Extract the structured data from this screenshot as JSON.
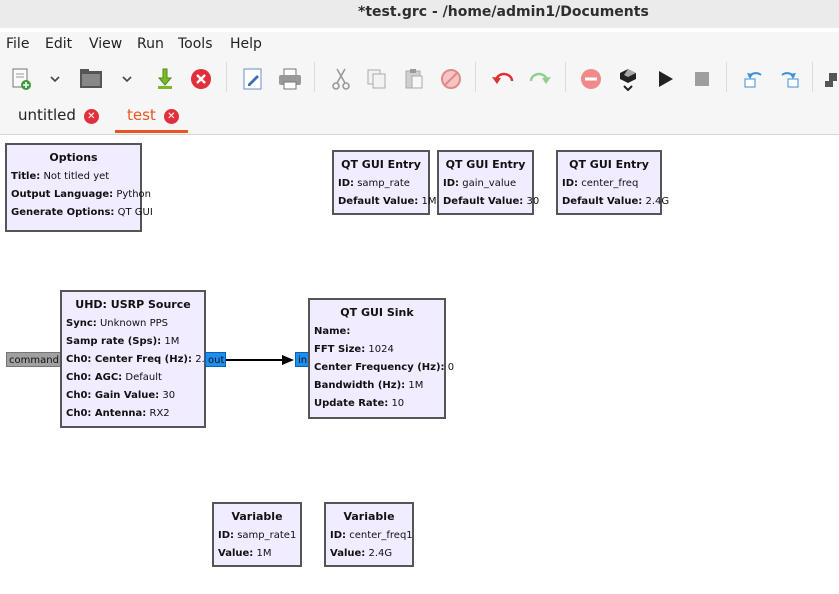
{
  "window": {
    "title": "*test.grc - /home/admin1/Documents"
  },
  "menu": [
    "File",
    "Edit",
    "View",
    "Run",
    "Tools",
    "Help"
  ],
  "toolbar": [
    {
      "name": "new-icon"
    },
    {
      "name": "dropdown-icon"
    },
    {
      "name": "open-icon"
    },
    {
      "name": "dropdown-icon"
    },
    {
      "name": "save-icon"
    },
    {
      "name": "close-icon"
    },
    {
      "name": "edit-icon"
    },
    {
      "name": "print-icon"
    },
    {
      "name": "cut-icon"
    },
    {
      "name": "copy-icon"
    },
    {
      "name": "paste-icon"
    },
    {
      "name": "delete-icon"
    },
    {
      "name": "undo-icon"
    },
    {
      "name": "redo-icon"
    },
    {
      "name": "disable-icon"
    },
    {
      "name": "generate-icon"
    },
    {
      "name": "run-icon"
    },
    {
      "name": "stop-icon"
    },
    {
      "name": "rotate-ccw-icon"
    },
    {
      "name": "rotate-cw-icon"
    }
  ],
  "tabs": [
    {
      "label": "untitled",
      "active": false
    },
    {
      "label": "test",
      "active": true
    }
  ],
  "colors": {
    "accent": "#e95420",
    "block_bg": "#f1ecff",
    "port_blue": "#1e8ff0",
    "port_gray": "#a0a0a0",
    "close_red": "#e0303b"
  },
  "blocks": {
    "options": {
      "title": "Options",
      "rows": [
        {
          "k": "Title:",
          "v": "Not titled yet"
        },
        {
          "k": "Output Language:",
          "v": "Python"
        },
        {
          "k": "Generate Options:",
          "v": "QT GUI"
        }
      ]
    },
    "entry1": {
      "title": "QT GUI Entry",
      "rows": [
        {
          "k": "ID:",
          "v": "samp_rate"
        },
        {
          "k": "Default Value:",
          "v": "1M"
        }
      ]
    },
    "entry2": {
      "title": "QT GUI Entry",
      "rows": [
        {
          "k": "ID:",
          "v": "gain_value"
        },
        {
          "k": "Default Value:",
          "v": "30"
        }
      ]
    },
    "entry3": {
      "title": "QT GUI Entry",
      "rows": [
        {
          "k": "ID:",
          "v": "center_freq"
        },
        {
          "k": "Default Value:",
          "v": "2.4G"
        }
      ]
    },
    "usrp": {
      "title": "UHD: USRP Source",
      "rows": [
        {
          "k": "Sync:",
          "v": "Unknown PPS"
        },
        {
          "k": "Samp rate (Sps):",
          "v": "1M"
        },
        {
          "k": "Ch0: Center Freq (Hz):",
          "v": "2.4G"
        },
        {
          "k": "Ch0: AGC:",
          "v": "Default"
        },
        {
          "k": "Ch0: Gain Value:",
          "v": "30"
        },
        {
          "k": "Ch0: Antenna:",
          "v": "RX2"
        }
      ],
      "port_in": "command",
      "port_out": "out"
    },
    "sink": {
      "title": "QT GUI Sink",
      "rows": [
        {
          "k": "Name:",
          "v": ""
        },
        {
          "k": "FFT Size:",
          "v": "1024"
        },
        {
          "k": "Center Frequency (Hz):",
          "v": "0"
        },
        {
          "k": "Bandwidth (Hz):",
          "v": "1M"
        },
        {
          "k": "Update Rate:",
          "v": "10"
        }
      ],
      "port_in": "in"
    },
    "var1": {
      "title": "Variable",
      "rows": [
        {
          "k": "ID:",
          "v": "samp_rate1"
        },
        {
          "k": "Value:",
          "v": "1M"
        }
      ]
    },
    "var2": {
      "title": "Variable",
      "rows": [
        {
          "k": "ID:",
          "v": "center_freq1"
        },
        {
          "k": "Value:",
          "v": "2.4G"
        }
      ]
    }
  }
}
